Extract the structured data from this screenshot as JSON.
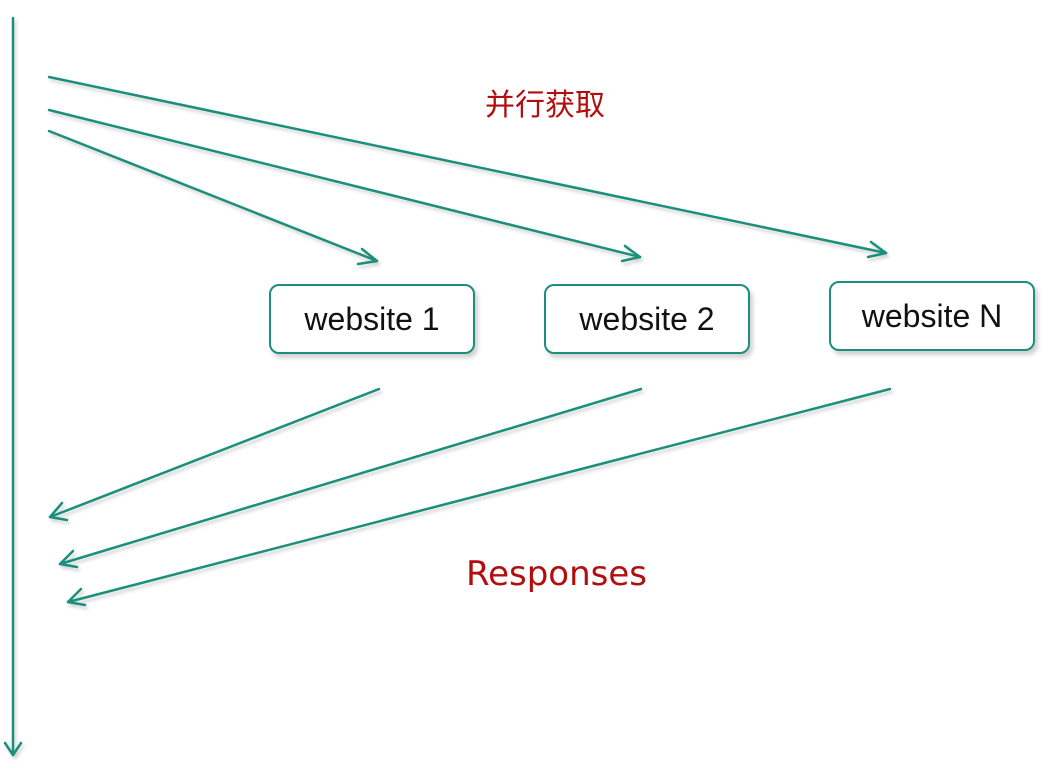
{
  "colors": {
    "arrow": "#1b8f7c",
    "label": "#b30d0d",
    "node_border": "#1b8f7c",
    "text": "#111111"
  },
  "labels": {
    "fetch": "并行获取",
    "responses": "Responses"
  },
  "nodes": [
    {
      "label": "website 1"
    },
    {
      "label": "website 2"
    },
    {
      "label": "website N"
    }
  ]
}
